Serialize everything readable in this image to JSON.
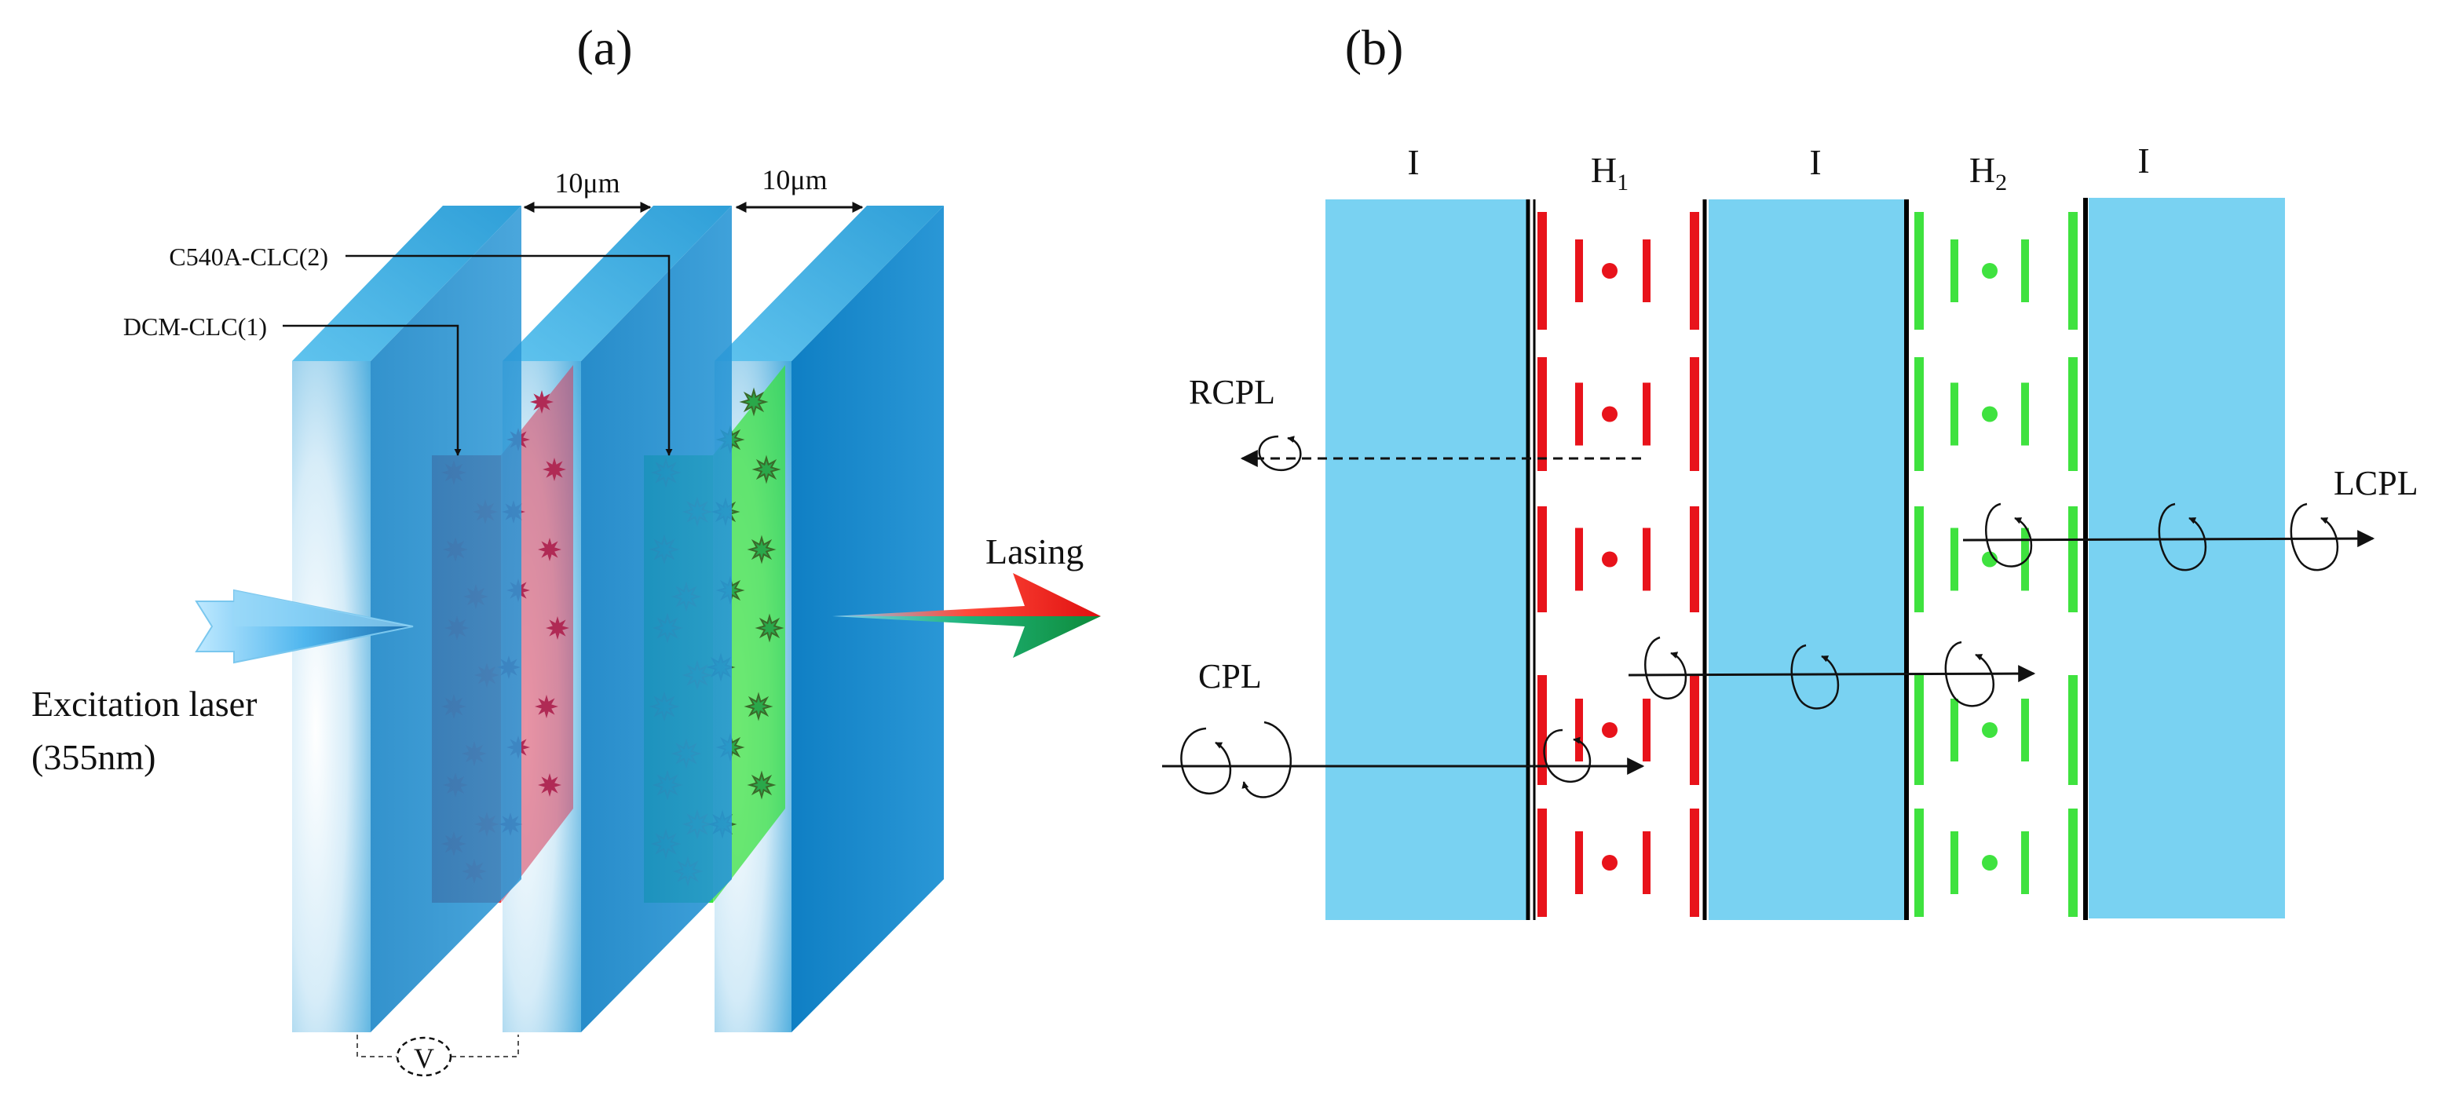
{
  "panel_a": {
    "label": "(a)",
    "gap_label_1": "10μm",
    "gap_label_2": "10μm",
    "layer2_label": "C540A-CLC(2)",
    "layer1_label": "DCM-CLC(1)",
    "excitation_line1": "Excitation laser",
    "excitation_line2": "(355nm)",
    "output_label": "Lasing",
    "voltage_label": "V"
  },
  "panel_b": {
    "label": "(b)",
    "region_i_1": "I",
    "region_h1": "H",
    "region_h1_sub": "1",
    "region_i_2": "I",
    "region_h2": "H",
    "region_h2_sub": "2",
    "region_i_3": "I",
    "rcpl_label": "RCPL",
    "lcpl_label": "LCPL",
    "cpl_label": "CPL"
  },
  "colors": {
    "glass": "#2f9fd8",
    "glass_light": "#79d2f2",
    "layer_red": "#f23c3c",
    "layer_green": "#35e03c",
    "lc_red": "#e8131b",
    "lc_green": "#3fe23f"
  }
}
